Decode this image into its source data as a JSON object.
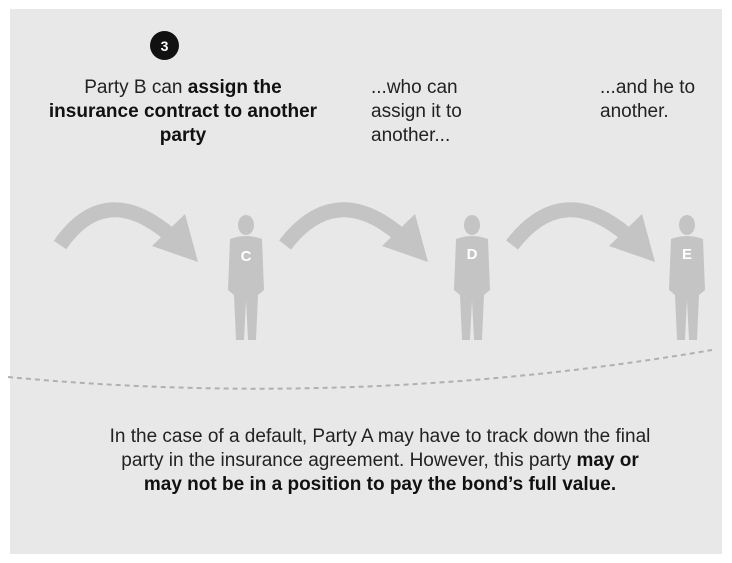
{
  "step": {
    "number": "3"
  },
  "captions": [
    {
      "plain": "Party B can ",
      "bold": "assign the insurance contract to another party"
    },
    {
      "plain": "...who can assign it to another...",
      "bold": ""
    },
    {
      "plain": "...and he to another.",
      "bold": ""
    }
  ],
  "parties": [
    {
      "letter": "C"
    },
    {
      "letter": "D"
    },
    {
      "letter": "E"
    }
  ],
  "footnote": {
    "plain": "In the case of a default, Party A may have to track down the final party in the insurance agreement. However, this party ",
    "bold": "may or may not be in a position to pay the bond’s full value."
  },
  "colors": {
    "panel": "#e8e8e8",
    "figure": "#c4c4c4",
    "arrow": "#c4c4c4",
    "dashed_line": "#b0b0b0",
    "badge": "#111111"
  }
}
